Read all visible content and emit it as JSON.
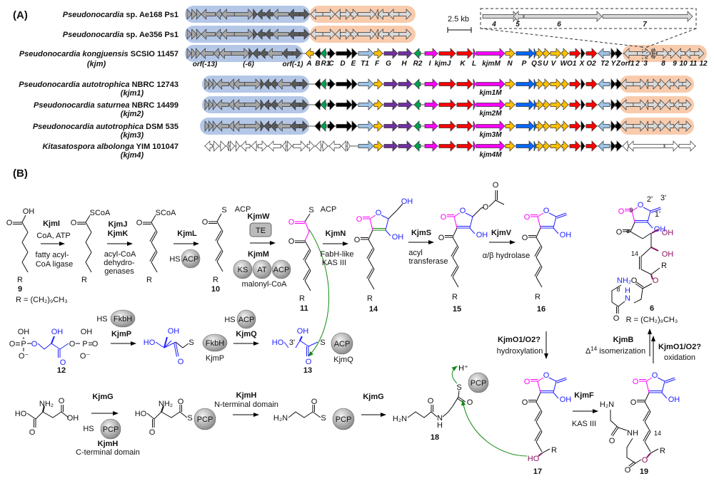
{
  "panel_a": {
    "label": "(A)",
    "rows": [
      {
        "species": "Pseudonocardia",
        "strain": " sp. Ae168 Ps1",
        "cluster": ""
      },
      {
        "species": "Pseudonocardia",
        "strain": " sp. Ae356 Ps1",
        "cluster": ""
      },
      {
        "species": "Pseudonocardia kongjuensis",
        "strain": "  SCSIO 11457",
        "cluster": "(kjm)"
      },
      {
        "species": "Pseudonocardia autotrophica",
        "strain": " NBRC 12743",
        "cluster": "(kjm1)"
      },
      {
        "species": "Pseudonocardia saturnea",
        "strain": "  NBRC 14499",
        "cluster": "(kjm2)"
      },
      {
        "species": "Pseudonocardia autotrophica",
        "strain": "  DSM 535",
        "cluster": "(kjm3)"
      },
      {
        "species": "Kitasatospora albolonga",
        "strain": " YIM 101047",
        "cluster": "(kjm4)"
      }
    ],
    "flank_labels": [
      "orf(-13)",
      "(-6)",
      "orf(-1)"
    ],
    "gene_labels": [
      "A",
      "B",
      "R1",
      "C",
      "D",
      "E",
      "T1",
      "F",
      "G",
      "H",
      "R2",
      "I",
      "kjmJ",
      "K",
      "L",
      "kjmM",
      "N",
      "P",
      "Q",
      "S",
      "U",
      "V",
      "WO1",
      "X",
      "O2",
      "T2",
      "Y",
      "Z",
      "orf1",
      "2",
      "3",
      "8",
      "9",
      "10",
      "11",
      "12"
    ],
    "m_labels": [
      "kjm1M",
      "kjm2M",
      "kjm3M",
      "kjm4M"
    ],
    "scale_bar": "2.5 kb",
    "inset_labels": [
      "4",
      "5",
      "6",
      "7"
    ],
    "colors": {
      "conserved_region_left": "#b4c7e7",
      "conserved_region_right": "#f8cbad",
      "yellow": "#ffc000",
      "black": "#000000",
      "green": "#00a050",
      "light_blue": "#9dc3e6",
      "purple": "#7030a0",
      "magenta": "#ff00ff",
      "red": "#ff0000",
      "blue": "#0066ff",
      "grey": "#a6a6a6",
      "dark_grey": "#595959",
      "light_grey": "#d9d9d9"
    }
  },
  "panel_b": {
    "label": "(B)",
    "enzymes": {
      "kjmI": "KjmI",
      "kjmJ": "KjmJ",
      "kjmK": "KjmK",
      "kjmL": "KjmL",
      "kjmW": "KjmW",
      "kjmM": "KjmM",
      "kjmN": "KjmN",
      "kjmS": "KjmS",
      "kjmV": "KjmV",
      "kjmP": "KjmP",
      "kjmQ": "KjmQ",
      "kjmG_1": "KjmG",
      "kjmH_1": "KjmH",
      "kjmH_2": "KjmH",
      "kjmG_2": "KjmG",
      "kjmO_1": "KjmO1/O2?",
      "kjmO_2": "KjmO1/O2?",
      "kjmB": "KjmB",
      "kjmF": "KjmF"
    },
    "conditions": {
      "coa_atp": "CoA, ATP",
      "ligase_1": "fatty acyl-",
      "ligase_2": "CoA ligase",
      "dh_1": "acyl-CoA",
      "dh_2": "dehydro-",
      "dh_3": "genases",
      "fabh_1": "FabH-like",
      "fabh_2": "KAS III",
      "at_1": "acyl",
      "at_2": "transferase",
      "hydrolase": "α/β hydrolase",
      "malonyl": "malonyl-CoA",
      "cterm": "C-terminal domain",
      "nterm": "N-terminal domain",
      "hydroxylation": "hydroxylation",
      "isomerization_delta": "Δ",
      "isomerization_sup": "14",
      "isomerization": " isomerization",
      "oxidation": "oxidation",
      "kas3": "KAS III",
      "kjmP_carrier": "KjmP",
      "kjmQ_carrier": "KjmQ"
    },
    "compounds": [
      "9",
      "10",
      "11",
      "12",
      "13",
      "14",
      "15",
      "16",
      "6",
      "17",
      "18",
      "19"
    ],
    "r_definition": "R = (CH₂)₉CH₃",
    "domains": {
      "te": "TE",
      "ks": "KS",
      "at": "AT",
      "acp": "ACP",
      "fkbh": "FkbH",
      "pcp": "PCP"
    },
    "atoms": {
      "O": "O",
      "OH": "OH",
      "HO": "HO",
      "R": "R",
      "S": "S",
      "SCoA": "SCoA",
      "NH2": "NH₂",
      "H2N": "H₂N",
      "NH": "NH",
      "N": "N",
      "H": "H",
      "HS": "HS",
      "P": "P",
      "Ominus": "O⁻",
      "Hplus": "H⁺",
      "c3p": "3'",
      "c2p": "2'",
      "c1p": "1'",
      "c9": "9",
      "c8": "8",
      "c14": "14"
    }
  }
}
